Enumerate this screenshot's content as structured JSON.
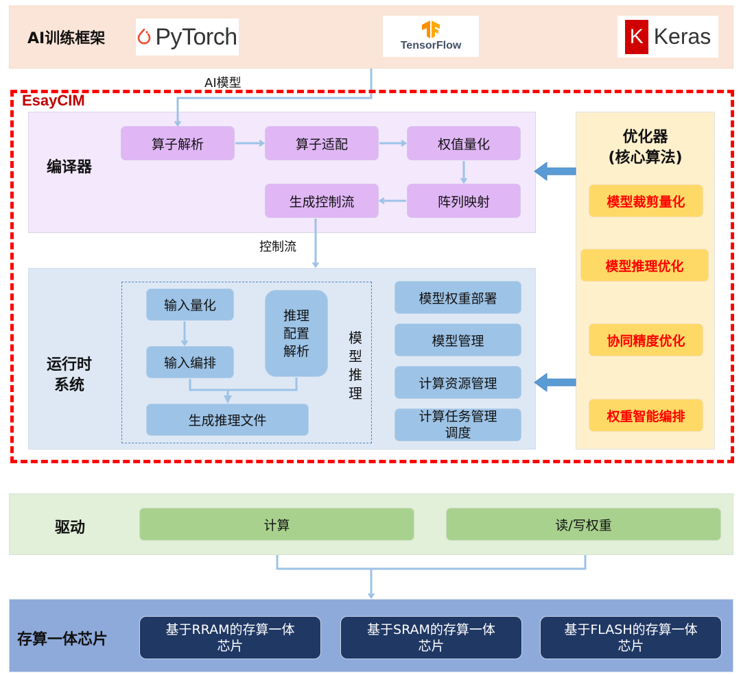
{
  "framework": {
    "title": "AI训练框架",
    "logos": [
      {
        "name": "PyTorch",
        "icon": "pytorch-flame-icon",
        "accent": "#ee4c2c"
      },
      {
        "name": "TensorFlow",
        "icon": "tensorflow-tf-icon",
        "accent": "#ff8f00"
      },
      {
        "name": "Keras",
        "badge": "K",
        "icon": "keras-k-icon",
        "accent": "#d00000"
      }
    ],
    "edge_label": "AI模型"
  },
  "easycim": {
    "label": "EsayCIM",
    "border_color": "#ff0000",
    "compiler": {
      "title": "编译器",
      "steps": [
        "算子解析",
        "算子适配",
        "权值量化",
        "阵列映射",
        "生成控制流"
      ],
      "edge_label": "控制流"
    },
    "runtime": {
      "title_line1": "运行时",
      "title_line2": "系统",
      "inference": {
        "input_quant": "输入量化",
        "input_arrange": "输入编排",
        "config_parse_lines": [
          "推理",
          "配置",
          "解析"
        ],
        "gen_file": "生成推理文件",
        "group_label_chars": [
          "模",
          "型",
          "推",
          "理"
        ]
      },
      "management": {
        "model_weight_deploy": "模型权重部署",
        "model_mgmt": "模型管理",
        "compute_resource_mgmt": "计算资源管理",
        "compute_task_line1": "计算任务管理",
        "compute_task_line2": "调度"
      }
    },
    "optimizer": {
      "title_line1": "优化器",
      "title_line2": "(核心算法)",
      "items": [
        "模型裁剪量化",
        "模型推理优化",
        "协同精度优化",
        "权重智能编排"
      ],
      "item_text_color": "#ff0000"
    }
  },
  "driver": {
    "title": "驱动",
    "items": [
      "计算",
      "读/写权重"
    ]
  },
  "chip": {
    "title": "存算一体芯片",
    "items": [
      {
        "line1": "基于RRAM的存算一体",
        "line2": "芯片"
      },
      {
        "line1": "基于SRAM的存算一体",
        "line2": "芯片"
      },
      {
        "line1": "基于FLASH的存算一体",
        "line2": "芯片"
      }
    ]
  },
  "colors": {
    "framework_bg": "#fae5d8",
    "compiler_bg": "#f4e8fc",
    "compiler_box": "#e0b6f5",
    "runtime_bg": "#dee8f5",
    "runtime_box": "#9dc3e6",
    "optimizer_bg": "#fff0cc",
    "optimizer_box": "#ffd966",
    "driver_bg": "#e2efd9",
    "driver_box": "#a9d18e",
    "chip_bg": "#8eaadb",
    "chip_box": "#203864",
    "connector": "#9dc3e6",
    "block_arrow": "#5b9bd5"
  }
}
